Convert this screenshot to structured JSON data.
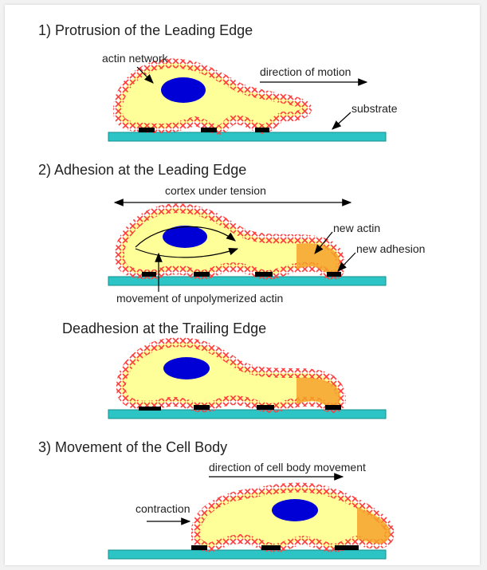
{
  "panels": {
    "protrusion": {
      "title": "1) Protrusion of the Leading Edge",
      "actin_network_label": "actin network",
      "direction_label": "direction of motion",
      "substrate_label": "substrate"
    },
    "adhesion": {
      "title": "2) Adhesion at the Leading Edge",
      "cortex_label": "cortex under tension",
      "new_actin_label": "new actin",
      "new_adhesion_label": "new adhesion",
      "unpolymerized_label": "movement of unpolymerized actin"
    },
    "deadhesion": {
      "title": "Deadhesion at the Trailing Edge"
    },
    "movement": {
      "title": "3) Movement of the Cell Body",
      "direction_label": "direction of cell body movement",
      "contraction_label": "contraction"
    }
  },
  "colors": {
    "cytoplasm": "#ffff99",
    "cortex": "#e02020",
    "nucleus": "#0000d6",
    "substrate": "#2cc4c4",
    "new_actin": "#f5a22a"
  }
}
